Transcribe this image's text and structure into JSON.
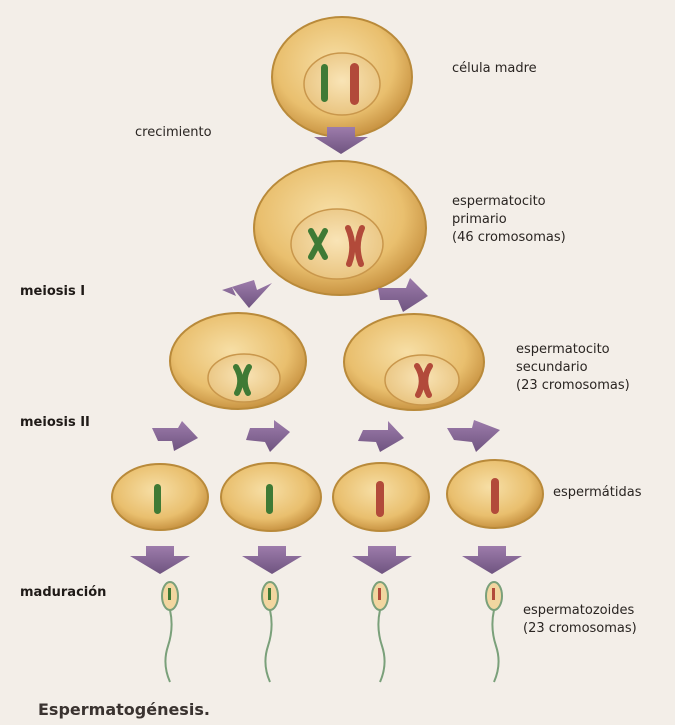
{
  "diagram": {
    "stages": {
      "mother": "célula madre",
      "primary": [
        "espermatocito",
        "primario",
        "(46 cromosomas)"
      ],
      "secondary": [
        "espermatocito",
        "secundario",
        "(23 cromosomas)"
      ],
      "spermatids": "espermátidas",
      "spermatozoa": [
        "espermatozoides",
        "(23 cromosomas)"
      ]
    },
    "processes": {
      "growth": "crecimiento",
      "meiosis1": "meiosis I",
      "meiosis2": "meiosis II",
      "maturation": "maduración"
    },
    "caption": "Espermatogénesis.",
    "colors": {
      "cell_fill": "#e9bf6e",
      "cell_outline": "#b98a3a",
      "nucleus_fill": "#f4d59a",
      "arrow": "#8c6b9a",
      "chromosome_green": "#3f7a35",
      "chromosome_red": "#b24a3a",
      "background": "#f3eee8"
    }
  }
}
